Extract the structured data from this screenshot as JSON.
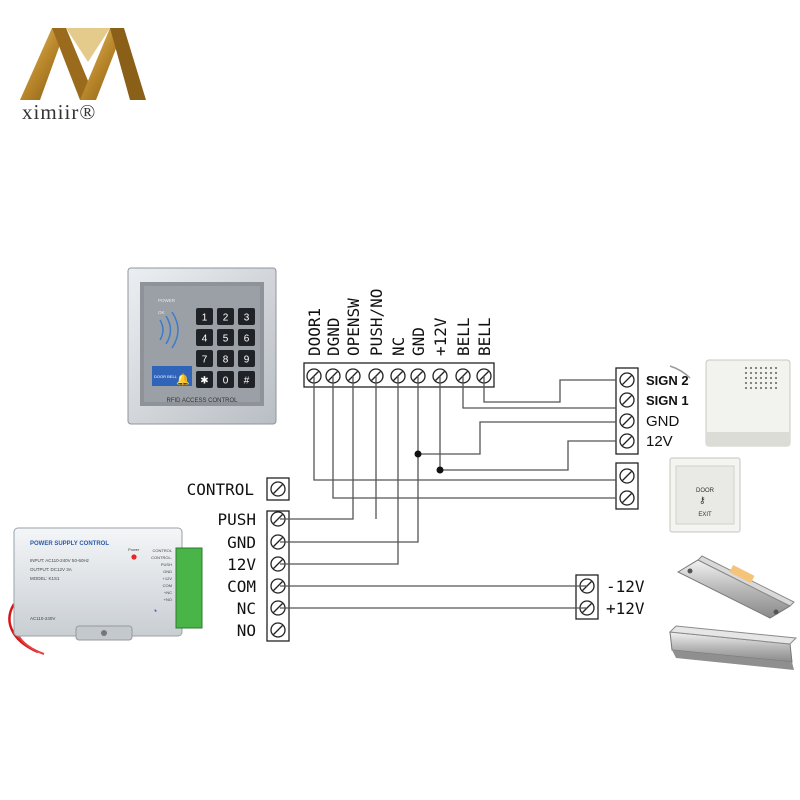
{
  "brand": {
    "name": "ximiir®"
  },
  "keypad": {
    "label": "RFID ACCESS CONTROL",
    "keys": [
      "1",
      "2",
      "3",
      "4",
      "5",
      "6",
      "7",
      "8",
      "9",
      "✱",
      "0",
      "#"
    ],
    "indicators": [
      "POWER",
      "OK"
    ],
    "bell": "DOOR BELL"
  },
  "top_terminals": [
    "DOOR1",
    "DGND",
    "OPENSW",
    "PUSH/NO",
    "NC",
    "GND",
    "+12V",
    "BELL",
    "BELL"
  ],
  "left_terminals": {
    "control": "CONTROL",
    "group": [
      "PUSH",
      "GND",
      "12V",
      "COM",
      "NC",
      "NO"
    ]
  },
  "bell_terminals": [
    "SIGN 2",
    "SIGN 1",
    "GND",
    "12V"
  ],
  "lock_terminals": [
    "-12V",
    "+12V"
  ],
  "power_supply": {
    "title": "POWER SUPPLY CONTROL",
    "lines": [
      "INPUT: AC110-240V 50-60Hz",
      "OUTPUT: DC12V 3A",
      "MODEL: K1S1"
    ],
    "side_labels": [
      "CONTROL",
      "CONTROL-",
      "PUSH",
      "GND",
      "+12V",
      "COM",
      "+NC",
      "+NO"
    ],
    "status": "Power",
    "ac": "AC110-240V"
  },
  "exit_button": {
    "top": "DOOR",
    "bottom": "EXIT"
  }
}
